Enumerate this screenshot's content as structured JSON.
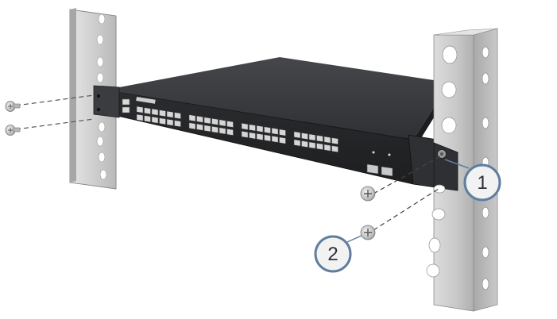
{
  "figure": {
    "callouts": [
      {
        "id": "callout-1",
        "label": "1"
      },
      {
        "id": "callout-2",
        "label": "2"
      }
    ],
    "switch": {
      "brand_label": "",
      "rj45_port_count": 48,
      "sfp_port_count": 2
    },
    "colors": {
      "rack_light": "#cfcfcf",
      "rack_dark": "#9c9c9c",
      "chassis": "#2b2d30",
      "chassis_top": "#3a3c40",
      "callout_ring": "#5f7e9e",
      "callout_fill": "#f2f2f2"
    }
  }
}
